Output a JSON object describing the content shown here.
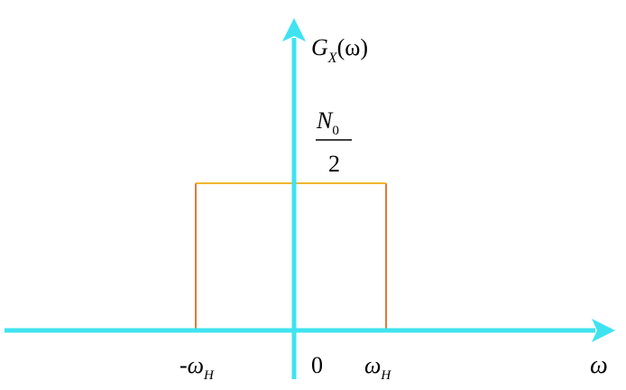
{
  "diagram": {
    "y_axis_label": {
      "symbol": "G",
      "subscript": "X",
      "arg": "(ω)"
    },
    "level_label": {
      "numerator": "N",
      "numerator_sub": "0",
      "denominator": "2"
    },
    "x_axis_label": "ω",
    "origin_label": "0",
    "neg_cutoff_label": {
      "prefix": "-ω",
      "subscript": "H"
    },
    "pos_cutoff_label": {
      "symbol": "ω",
      "subscript": "H"
    },
    "colors": {
      "axes": "#3fe3f0",
      "top_edge": "#f0b531",
      "side_edges": "#e07a3c",
      "text": "#000000"
    }
  }
}
